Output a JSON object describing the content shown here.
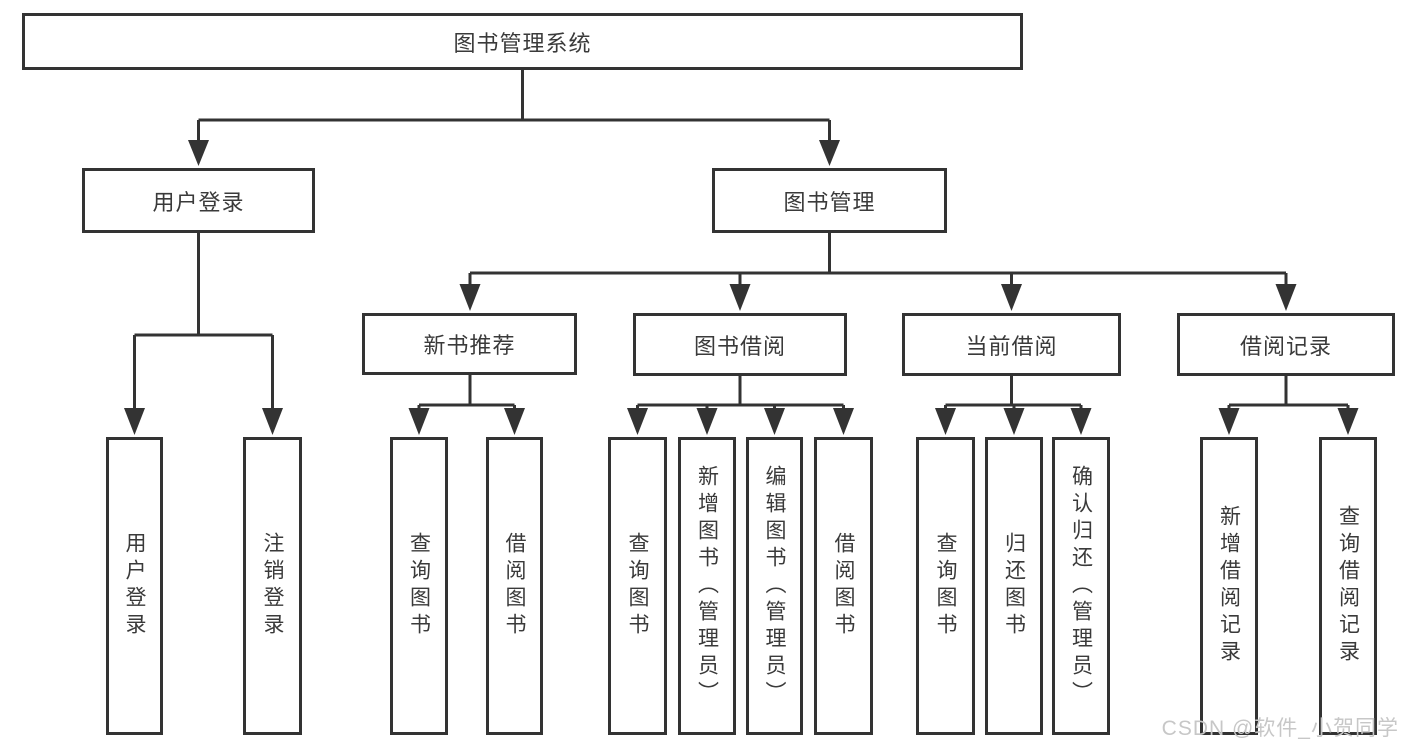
{
  "diagram": {
    "colors": {
      "line": "#333333",
      "box_border": "#333333",
      "box_background": "#ffffff",
      "text": "#3a3a3a",
      "watermark": "#c7c7c7"
    },
    "root": {
      "label": "图书管理系统"
    },
    "level2": [
      {
        "label": "用户登录"
      },
      {
        "label": "图书管理"
      }
    ],
    "level3": [
      {
        "label": "新书推荐",
        "parent": "图书管理"
      },
      {
        "label": "图书借阅",
        "parent": "图书管理"
      },
      {
        "label": "当前借阅",
        "parent": "图书管理"
      },
      {
        "label": "借阅记录",
        "parent": "图书管理"
      }
    ],
    "level4": [
      {
        "label": "用户登录",
        "parent": "用户登录"
      },
      {
        "label": "注销登录",
        "parent": "用户登录"
      },
      {
        "label": "查询图书",
        "parent": "新书推荐"
      },
      {
        "label": "借阅图书",
        "parent": "新书推荐"
      },
      {
        "label": "查询图书",
        "parent": "图书借阅"
      },
      {
        "label": "新增图书（管理员）",
        "parent": "图书借阅"
      },
      {
        "label": "编辑图书（管理员）",
        "parent": "图书借阅"
      },
      {
        "label": "借阅图书",
        "parent": "图书借阅"
      },
      {
        "label": "查询图书",
        "parent": "当前借阅"
      },
      {
        "label": "归还图书",
        "parent": "当前借阅"
      },
      {
        "label": "确认归还（管理员）",
        "parent": "当前借阅"
      },
      {
        "label": "新增借阅记录",
        "parent": "借阅记录"
      },
      {
        "label": "查询借阅记录",
        "parent": "借阅记录"
      }
    ],
    "watermark": "CSDN @软件_小贺同学"
  }
}
